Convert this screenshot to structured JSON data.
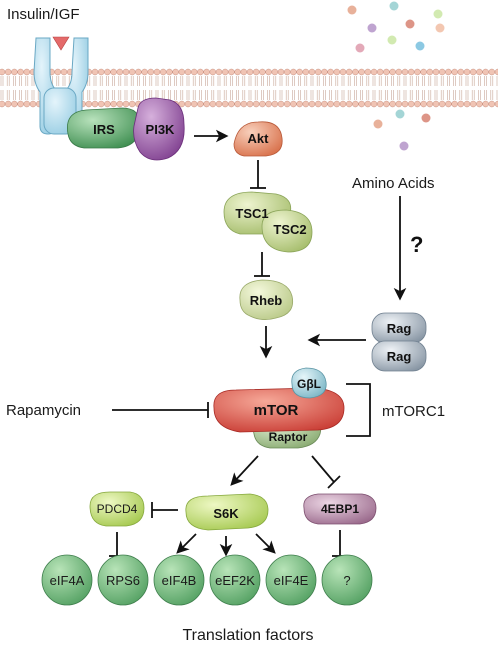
{
  "receptor": {
    "label": "Insulin/IGF"
  },
  "membrane": {
    "particle_colors": [
      "#e5a98f",
      "#9ad0d2",
      "#d98a7a",
      "#b89acb",
      "#cde8a8",
      "#7fc3e0",
      "#f2c1a8",
      "#e0a0b0"
    ]
  },
  "proteins": {
    "irs": "IRS",
    "pi3k": "PI3K",
    "akt": "Akt",
    "tsc1": "TSC1",
    "tsc2": "TSC2",
    "rheb": "Rheb",
    "rag_top": "Rag",
    "rag_bottom": "Rag",
    "gbl": "GβL",
    "mtor": "mTOR",
    "raptor": "Raptor",
    "s6k": "S6K",
    "ebp1": "4EBP1",
    "pdcd4": "PDCD4"
  },
  "labels": {
    "amino_acids": "Amino Acids",
    "question": "?",
    "rapamycin": "Rapamycin",
    "mtorc1": "mTORC1",
    "translation_factors": "Translation factors"
  },
  "factors": [
    "eIF4A",
    "RPS6",
    "eIF4B",
    "eEF2K",
    "eIF4E",
    "?"
  ],
  "colors": {
    "receptor": "#a8d8ea",
    "irs": "#5aa86a",
    "pi3k": "#9a5aa6",
    "akt": "#e8926a",
    "tsc": "#c2d68a",
    "rheb": "#d4e0a0",
    "rag": "#a8b4c0",
    "mtor": "#e0554a",
    "raptor": "#a8c890",
    "gbl": "#98ccd8",
    "s6k": "#bedc6e",
    "ebp1": "#b88aa8",
    "pdcd4": "#bedc6e",
    "factor": "#5aa86a"
  }
}
